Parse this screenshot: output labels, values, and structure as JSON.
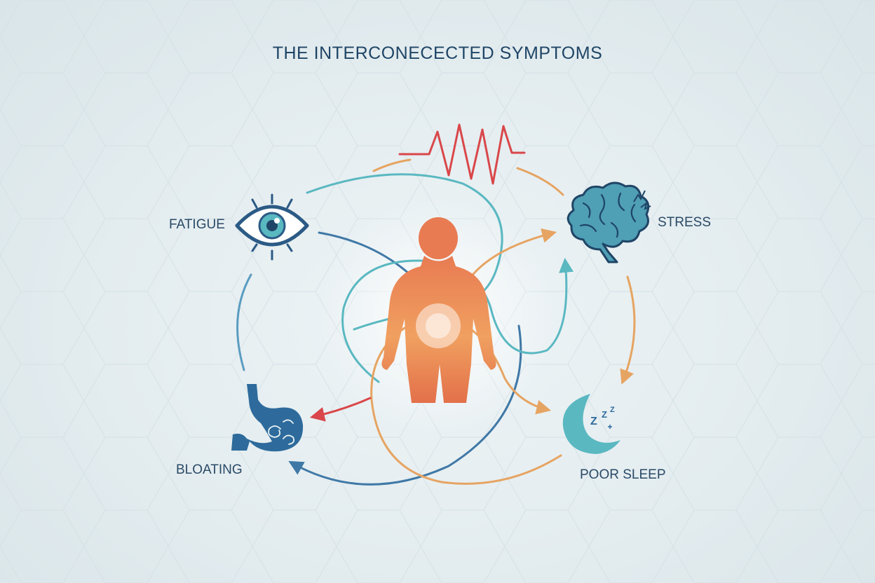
{
  "title": "THE INTERCONECECTED SYMPTOMS",
  "nodes": {
    "fatigue": {
      "label": "FATIGUE",
      "icon": "eye-icon"
    },
    "stress": {
      "label": "STRESS",
      "icon": "brain-icon"
    },
    "bloating": {
      "label": "BLOATING",
      "icon": "stomach-icon"
    },
    "poor_sleep": {
      "label": "POOR SLEEP",
      "icon": "moon-sleep-icon"
    },
    "center": {
      "icon": "human-body-icon"
    },
    "top": {
      "icon": "heartbeat-pulse-icon"
    }
  },
  "colors": {
    "background": "#e4edf0",
    "title": "#1f4566",
    "label": "#2a4a66",
    "teal": "#5ab8c1",
    "blue": "#3f78a6",
    "orange": "#e6a462",
    "red": "#d9474a",
    "body": "#ea8c55",
    "eye": "#2b5a85",
    "brain": "#4f9fb5"
  }
}
